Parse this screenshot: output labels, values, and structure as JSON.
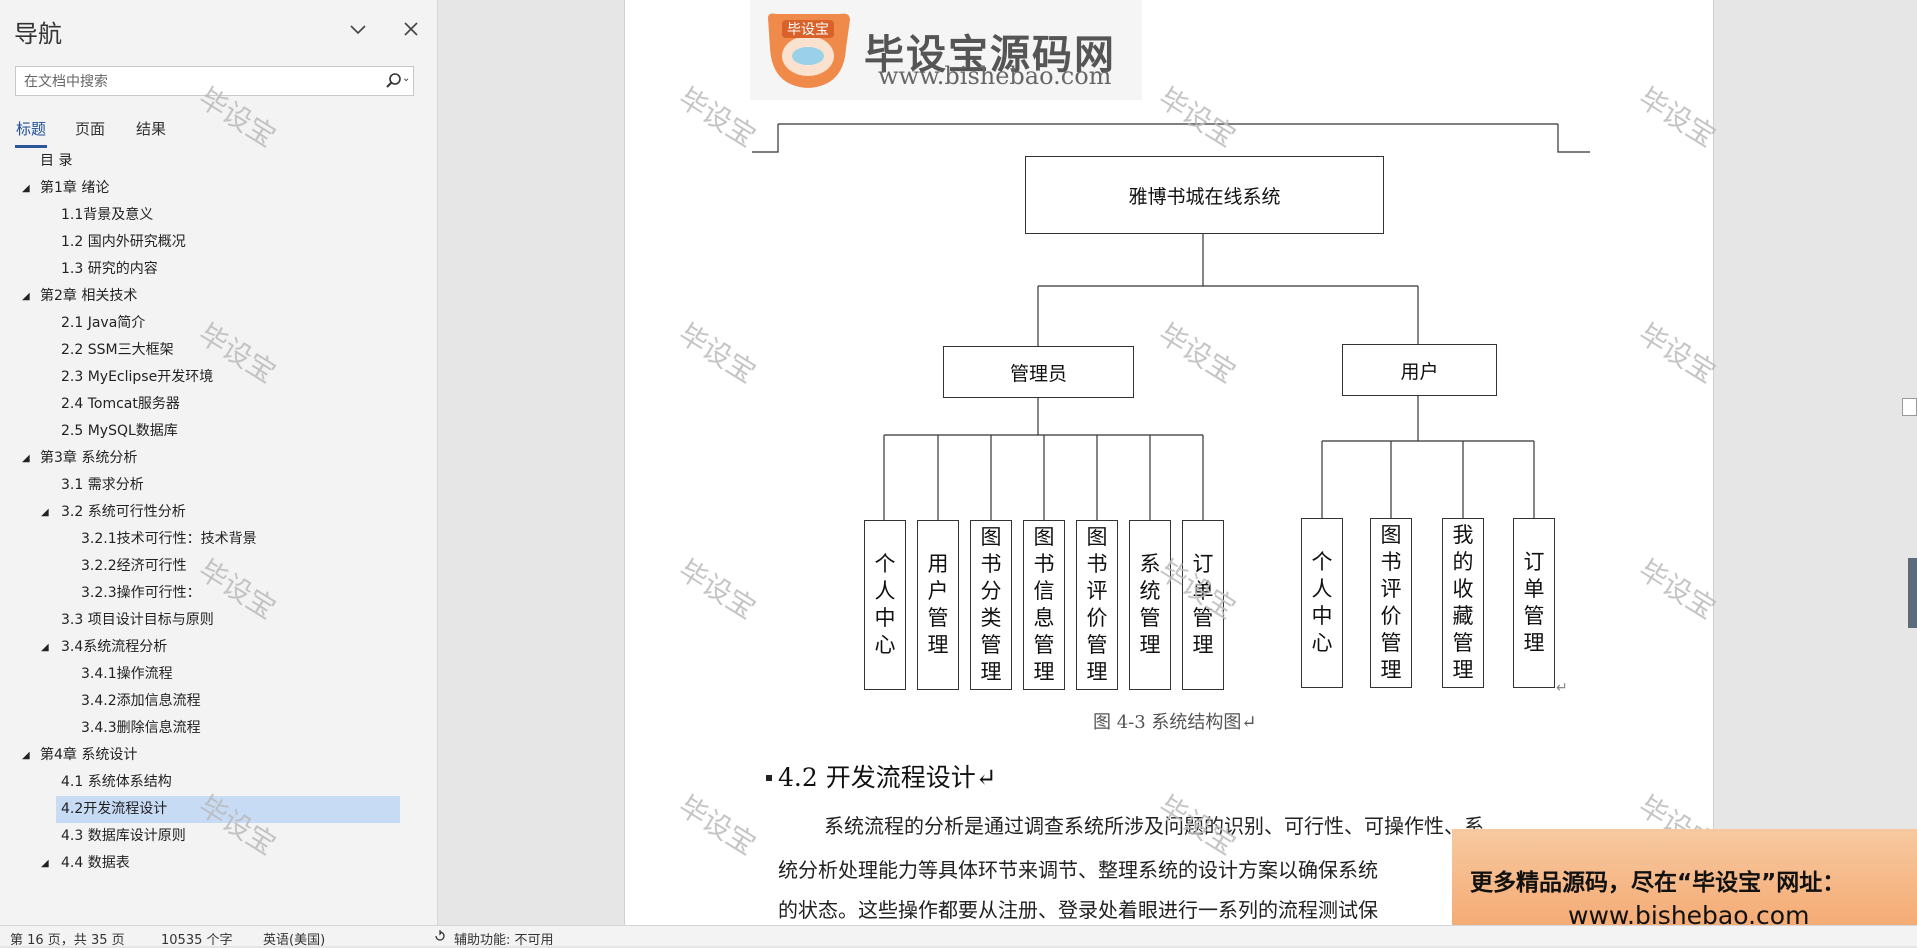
{
  "nav": {
    "title": "导航",
    "search_placeholder": "在文档中搜索",
    "tabs": [
      "标题",
      "页面",
      "结果"
    ],
    "toc": [
      {
        "label": "目 录",
        "level": 0,
        "expandable": false
      },
      {
        "label": "第1章 绪论",
        "level": 0,
        "expandable": true
      },
      {
        "label": "1.1背景及意义",
        "level": 1,
        "expandable": false
      },
      {
        "label": "1.2 国内外研究概况",
        "level": 1,
        "expandable": false
      },
      {
        "label": "1.3 研究的内容",
        "level": 1,
        "expandable": false
      },
      {
        "label": "第2章 相关技术",
        "level": 0,
        "expandable": true
      },
      {
        "label": "2.1 Java简介",
        "level": 1,
        "expandable": false
      },
      {
        "label": "2.2 SSM三大框架",
        "level": 1,
        "expandable": false
      },
      {
        "label": "2.3 MyEclipse开发环境",
        "level": 1,
        "expandable": false
      },
      {
        "label": "2.4 Tomcat服务器",
        "level": 1,
        "expandable": false
      },
      {
        "label": "2.5 MySQL数据库",
        "level": 1,
        "expandable": false
      },
      {
        "label": "第3章 系统分析",
        "level": 0,
        "expandable": true
      },
      {
        "label": "3.1 需求分析",
        "level": 1,
        "expandable": false
      },
      {
        "label": "3.2 系统可行性分析",
        "level": 1,
        "expandable": true
      },
      {
        "label": "3.2.1技术可行性：技术背景",
        "level": 2,
        "expandable": false
      },
      {
        "label": "3.2.2经济可行性",
        "level": 2,
        "expandable": false
      },
      {
        "label": "3.2.3操作可行性：",
        "level": 2,
        "expandable": false
      },
      {
        "label": "3.3 项目设计目标与原则",
        "level": 1,
        "expandable": false
      },
      {
        "label": "3.4系统流程分析",
        "level": 1,
        "expandable": true
      },
      {
        "label": "3.4.1操作流程",
        "level": 2,
        "expandable": false
      },
      {
        "label": "3.4.2添加信息流程",
        "level": 2,
        "expandable": false
      },
      {
        "label": "3.4.3删除信息流程",
        "level": 2,
        "expandable": false
      },
      {
        "label": "第4章 系统设计",
        "level": 0,
        "expandable": true
      },
      {
        "label": "4.1 系统体系结构",
        "level": 1,
        "expandable": false
      },
      {
        "label": "4.2开发流程设计",
        "level": 1,
        "expandable": false,
        "selected": true
      },
      {
        "label": "4.3 数据库设计原则",
        "level": 1,
        "expandable": false
      },
      {
        "label": "4.4 数据表",
        "level": 1,
        "expandable": true
      }
    ]
  },
  "logo": {
    "name": "毕设宝源码网",
    "url": "www.bishebao.com",
    "badge": "毕设宝"
  },
  "watermark": "毕设宝",
  "diagram": {
    "root": "雅博书城在线系统",
    "admin": {
      "label": "管理员",
      "children": [
        "个人中心",
        "用户管理",
        "图书分类管理",
        "图书信息管理",
        "图书评价管理",
        "系统管理",
        "订单管理"
      ]
    },
    "user": {
      "label": "用户",
      "children": [
        "个人中心",
        "图书评价管理",
        "我的收藏管理",
        "订单管理"
      ]
    }
  },
  "document": {
    "caption": "图 4-3 系统结构图↵",
    "heading": "4.2 开发流程设计↵",
    "paragraph_lines": [
      "系统流程的分析是通过调查系统所涉及问题的识别、可行性、可操作性、系",
      "统分析处理能力等具体环节来调节、整理系统的设计方案以确保系统",
      "的状态。这些操作都要从注册、登录处着眼进行一系列的流程测试保"
    ]
  },
  "ad": {
    "line1": "更多精品源码，尽在“毕设宝”网址：",
    "line2": "www.bishebao.com"
  },
  "status": {
    "page": "第 16 页，共 35 页",
    "words": "10535 个字",
    "language": "英语(美国)",
    "accessibility": "辅助功能: 不可用"
  },
  "colors": {
    "accent": "#2b579a",
    "selection": "#c7dbf5",
    "logo_orange": "#f08a4b"
  }
}
